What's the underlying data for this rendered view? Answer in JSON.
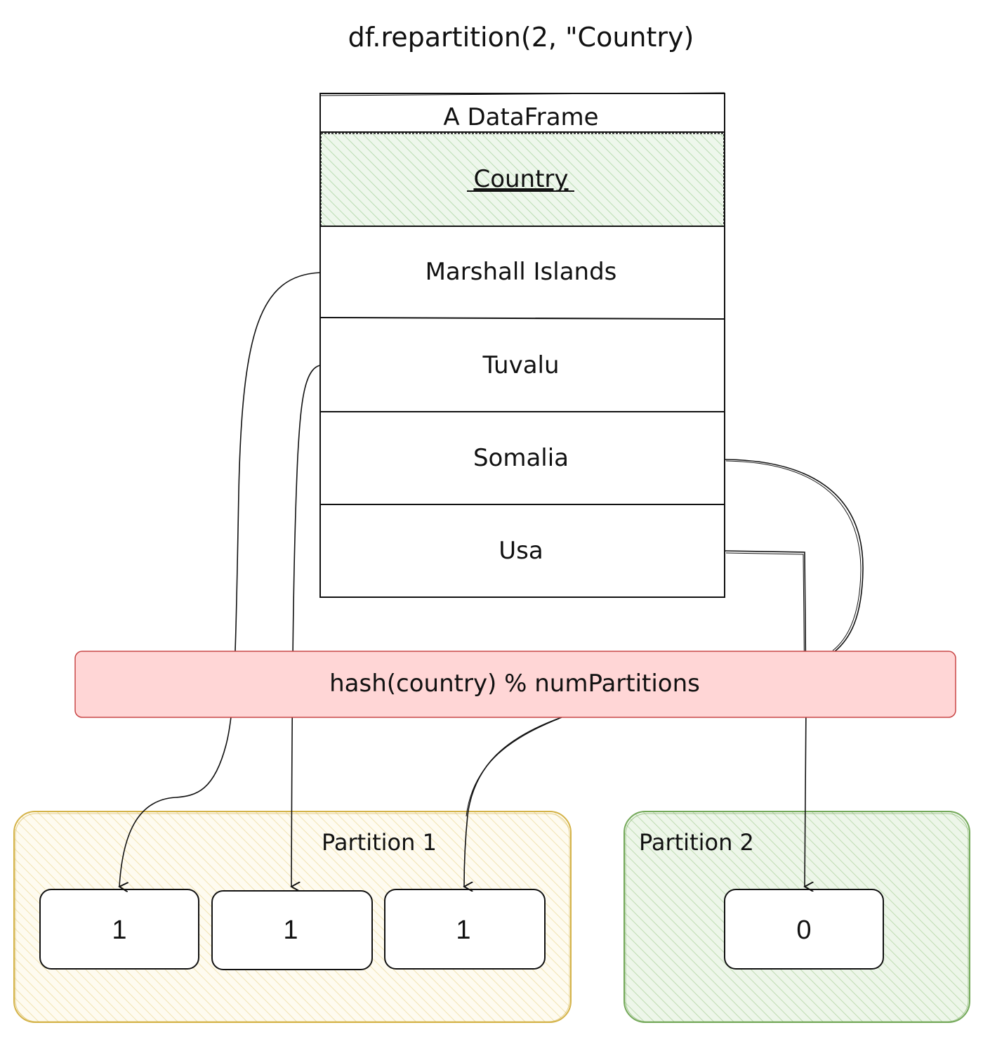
{
  "title": "df.repartition(2, \"Country)",
  "dataframe": {
    "title": "A DataFrame",
    "column_header": "Country",
    "rows": [
      "Marshall Islands",
      "Tuvalu",
      "Somalia",
      "Usa"
    ]
  },
  "hash_box": {
    "label": "hash(country) % numPartitions"
  },
  "partitions": [
    {
      "label": "Partition 1",
      "values": [
        "1",
        "1",
        "1"
      ]
    },
    {
      "label": "Partition 2",
      "values": [
        "0"
      ]
    }
  ],
  "colors": {
    "header_fill": "#d5ecd2",
    "hash_fill": "#ffd6d6",
    "hash_stroke": "#c84646",
    "partition1_fill": "#fbf2d2",
    "partition1_stroke": "#d4b349",
    "partition2_fill": "#d6ebcf",
    "partition2_stroke": "#74a95a",
    "stroke": "#111111"
  }
}
